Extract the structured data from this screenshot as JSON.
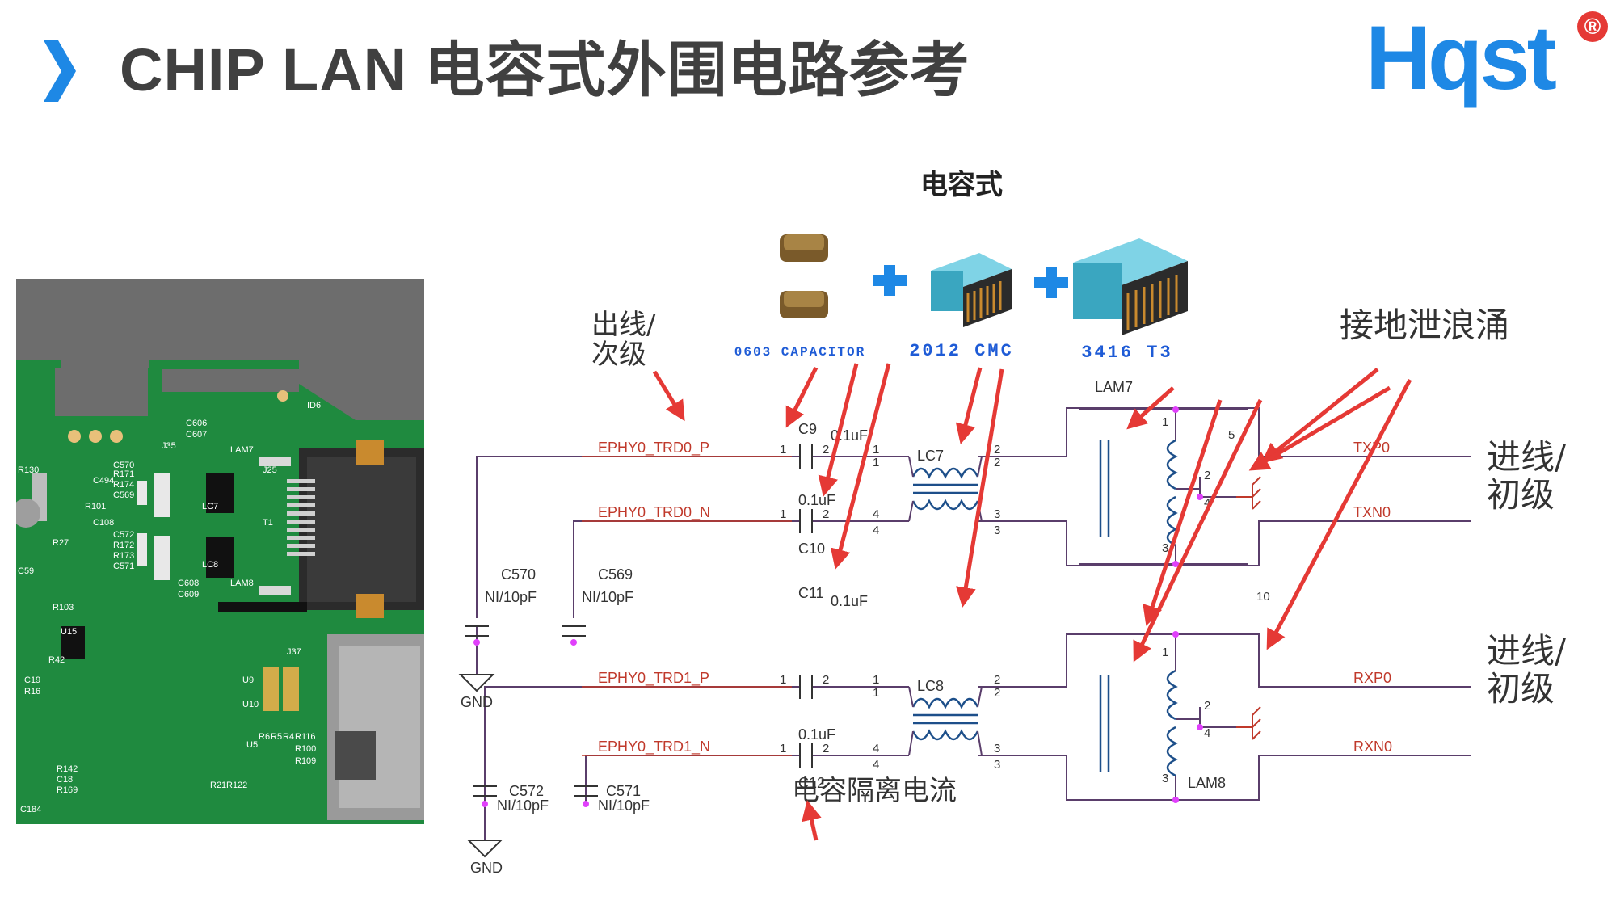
{
  "header": {
    "title": "CHIP LAN 电容式外围电路参考",
    "logo_text": "Hqst",
    "logo_reg": "®"
  },
  "diagram": {
    "heading": "电容式",
    "components": [
      {
        "label": "0603 CAPACITOR"
      },
      {
        "label": "2012 CMC"
      },
      {
        "label": "3416 T3"
      }
    ],
    "annotations": {
      "secondary_line1": "出线/",
      "secondary_line2": "次级",
      "surge_ground": "接地泄浪涌",
      "primary_top_line1": "进线/",
      "primary_top_line2": "初级",
      "primary_bottom_line1": "进线/",
      "primary_bottom_line2": "初级",
      "cap_isolation": "电容隔离电流"
    },
    "nets": {
      "trd0_p": "EPHY0_TRD0_P",
      "trd0_n": "EPHY0_TRD0_N",
      "trd1_p": "EPHY0_TRD1_P",
      "trd1_n": "EPHY0_TRD1_N",
      "txp0": "TXP0",
      "txn0": "TXN0",
      "rxp0": "RXP0",
      "rxn0": "RXN0",
      "gnd": "GND"
    },
    "parts": {
      "c9": "C9",
      "c10": "C10",
      "c11": "C11",
      "c12": "C12",
      "c570": "C570",
      "c569": "C569",
      "c572": "C572",
      "c571": "C571",
      "lc7": "LC7",
      "lc8": "LC8",
      "lam7": "LAM7",
      "lam8": "LAM8",
      "val_01uf": "0.1uF",
      "val_ni10pf": "NI/10pF"
    },
    "pins": {
      "p1": "1",
      "p2": "2",
      "p3": "3",
      "p4": "4",
      "p5": "5",
      "p10": "10"
    }
  },
  "pcb": {
    "silk": [
      "R130",
      "C494",
      "R171",
      "R174",
      "C569",
      "C570",
      "R27",
      "C108",
      "R101",
      "C59",
      "R103",
      "C572",
      "R172",
      "R173",
      "C571",
      "U15",
      "LAM7",
      "LC7",
      "LC8",
      "LAM8",
      "C606",
      "C607",
      "J35",
      "J25",
      "T1",
      "ID6",
      "C608",
      "C609",
      "J37",
      "U9",
      "U10",
      "R42",
      "C19",
      "R16",
      "R142",
      "C18",
      "R169",
      "C184",
      "R21",
      "R122",
      "U5",
      "R6",
      "R5",
      "R4",
      "R116",
      "R100",
      "R109"
    ]
  },
  "colors": {
    "accent": "#1e88e5",
    "title": "#404040",
    "arrow": "#e53935",
    "net_red": "#c0392b",
    "wire": "#5a3e6b",
    "node": "#e040fb",
    "pcb_green": "#1f8a3f"
  }
}
